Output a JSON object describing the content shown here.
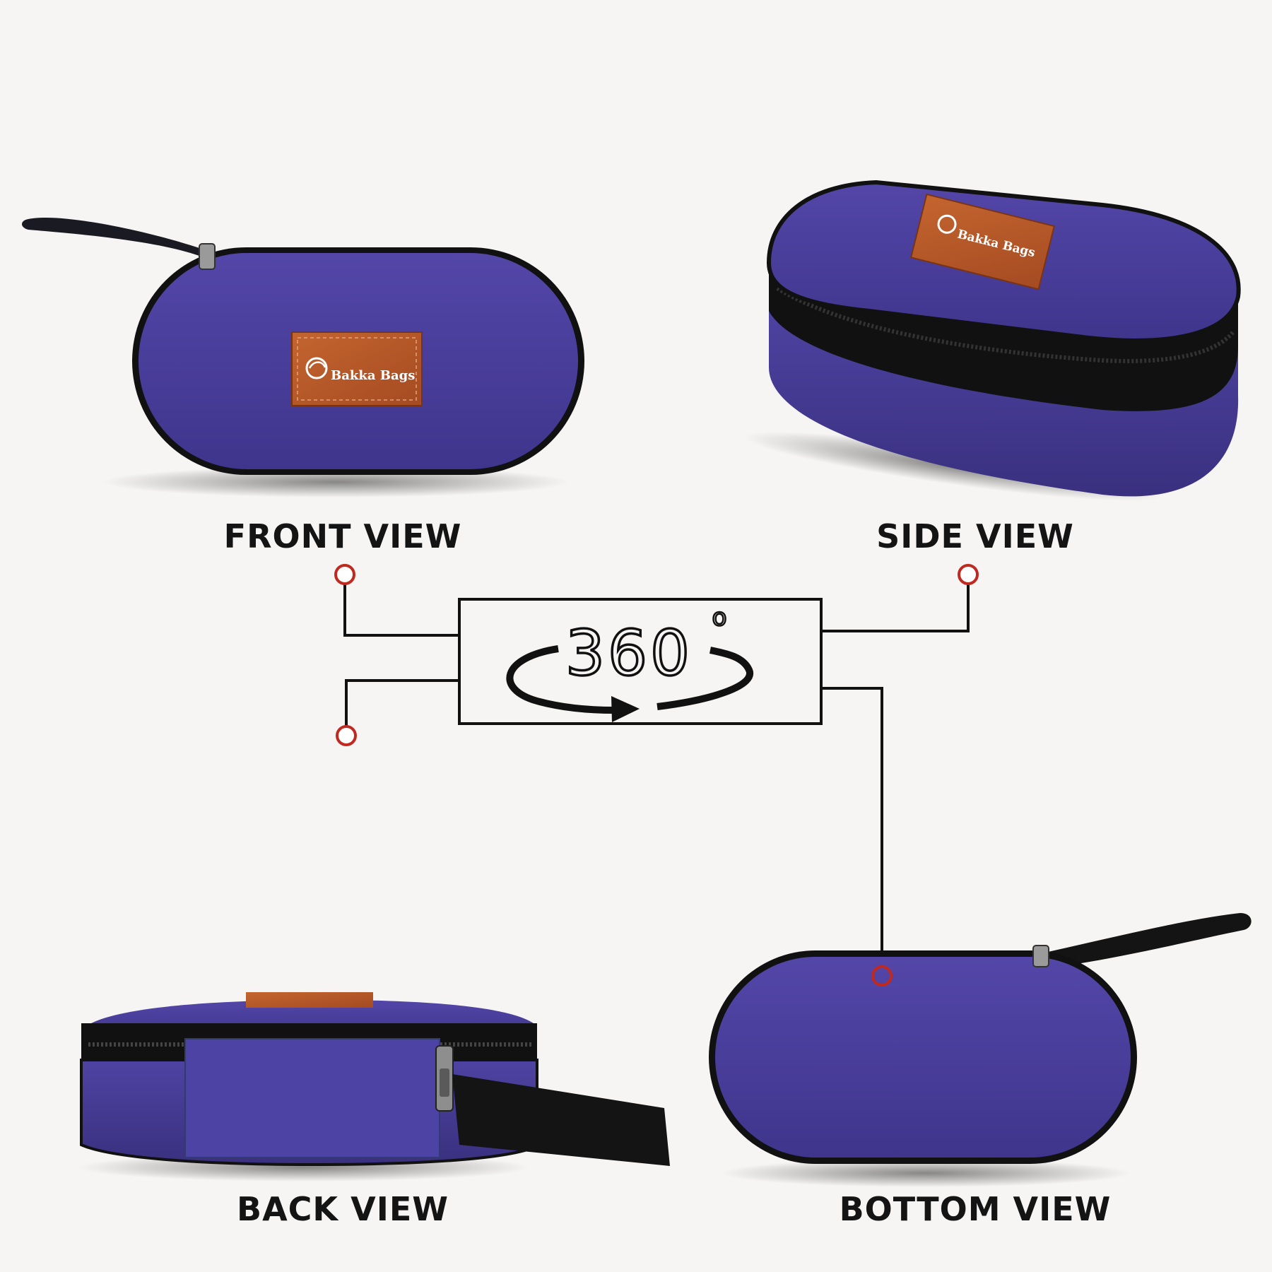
{
  "labels": {
    "front": "FRONT VIEW",
    "side": "SIDE VIEW",
    "back": "BACK VIEW",
    "bottom": "BOTTOM VIEW"
  },
  "center_badge": {
    "value": "360",
    "degree_symbol": "o"
  },
  "brand": {
    "patch_text": "Bakka Bags"
  },
  "colors": {
    "background": "#f6f5f3",
    "bag_fabric": "#4a3f9a",
    "bag_fabric_dark": "#3b3184",
    "piping": "#111111",
    "leather_patch": "#b85a2c",
    "connector_marker": "#c0291f",
    "line": "#111111"
  }
}
